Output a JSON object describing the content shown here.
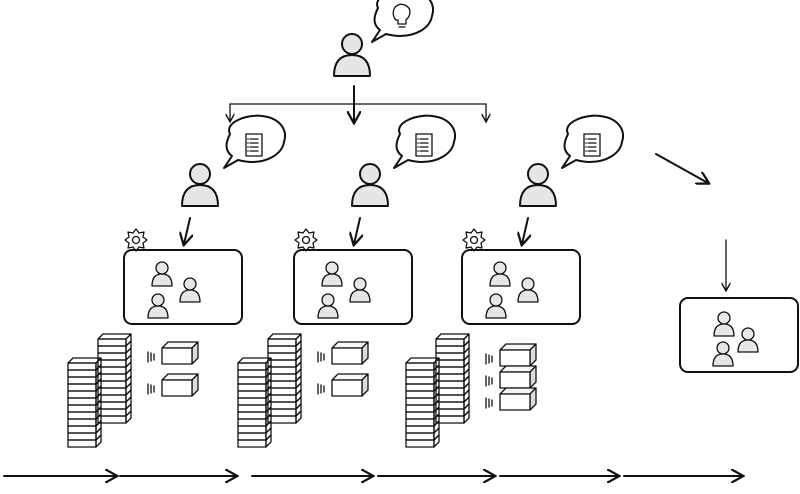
{
  "colors": {
    "ink": "#111111",
    "person_fill": "#e6e6e6",
    "panel_fill": "#ffffff",
    "background": "#ffffff"
  },
  "icons": {
    "leader_thought": "lightbulb-icon",
    "manager_thought": "document-icon",
    "team_settings": "gear-icon",
    "motion": "speed-lines-icon"
  },
  "diagram": {
    "teams": [
      {
        "id": "team-1",
        "members": 3,
        "stacks": 2,
        "boxes": 2
      },
      {
        "id": "team-2",
        "members": 3,
        "stacks": 2,
        "boxes": 2
      },
      {
        "id": "team-3",
        "members": 3,
        "stacks": 2,
        "boxes": 3
      }
    ],
    "extra_team": {
      "id": "team-4",
      "members": 3
    },
    "timeline_segments": 6
  }
}
